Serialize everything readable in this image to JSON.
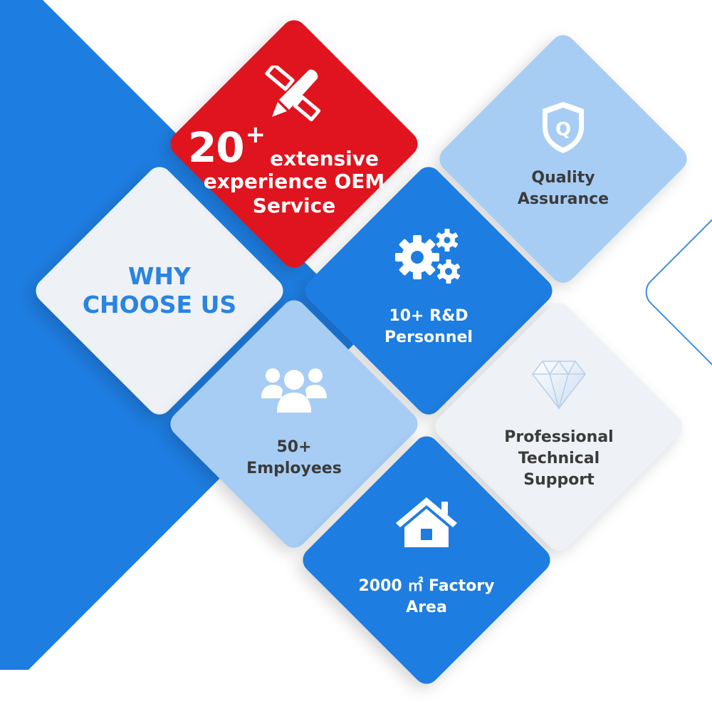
{
  "heading": "WHY\nCHOOSE US",
  "oem": {
    "number": "20",
    "plus": "+",
    "first_line": "extensive",
    "rest": "experience OEM\nService"
  },
  "quality": {
    "label": "Quality\nAssurance",
    "icon": "shield-q-icon",
    "icon_text": "Q"
  },
  "rd": {
    "label": "10+ R&D\nPersonnel",
    "icon": "gears-icon"
  },
  "employees": {
    "label": "50+\nEmployees",
    "icon": "people-group-icon"
  },
  "support": {
    "label": "Professional\nTechnical\nSupport",
    "icon": "diamond-icon"
  },
  "factory": {
    "label": "2000 ㎡ Factory\nArea",
    "icon": "house-icon"
  },
  "colors": {
    "primary_blue": "#1e7de0",
    "light_blue": "#a7cdf4",
    "red": "#e0141e",
    "tile_white": "#eef1f5",
    "heading_blue": "#2a84e0",
    "text_dark": "#3b3b3b"
  }
}
